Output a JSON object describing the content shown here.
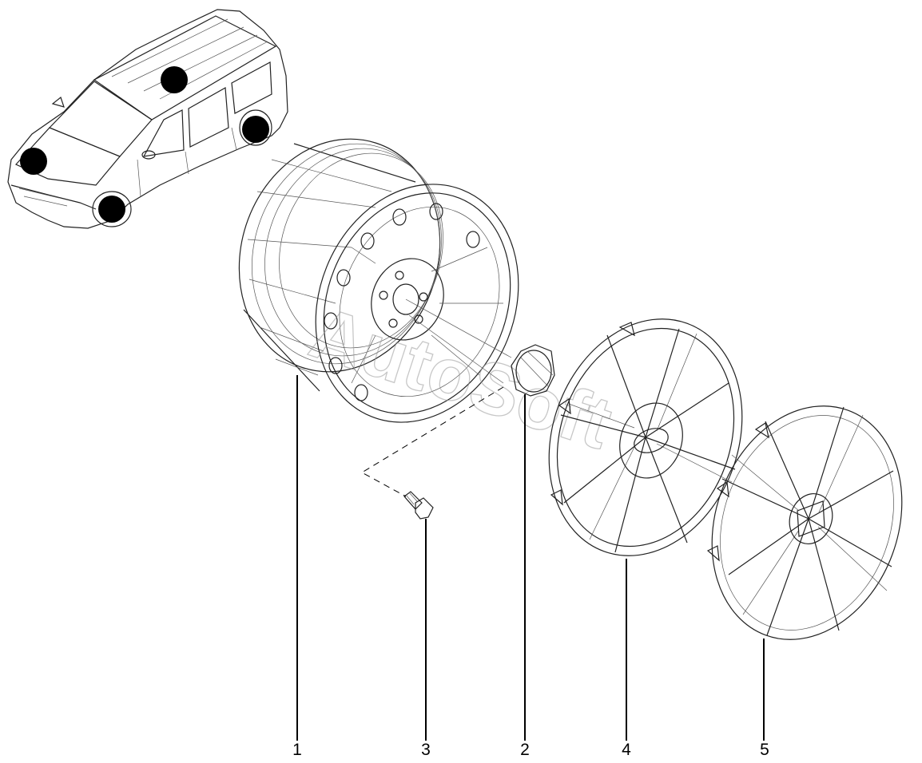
{
  "diagram": {
    "watermark": "AutoSoft",
    "callouts": [
      {
        "id": "wheel",
        "label": "1"
      },
      {
        "id": "cap",
        "label": "2"
      },
      {
        "id": "bolt",
        "label": "3"
      },
      {
        "id": "cover-a",
        "label": "4"
      },
      {
        "id": "cover-b",
        "label": "5"
      }
    ]
  }
}
